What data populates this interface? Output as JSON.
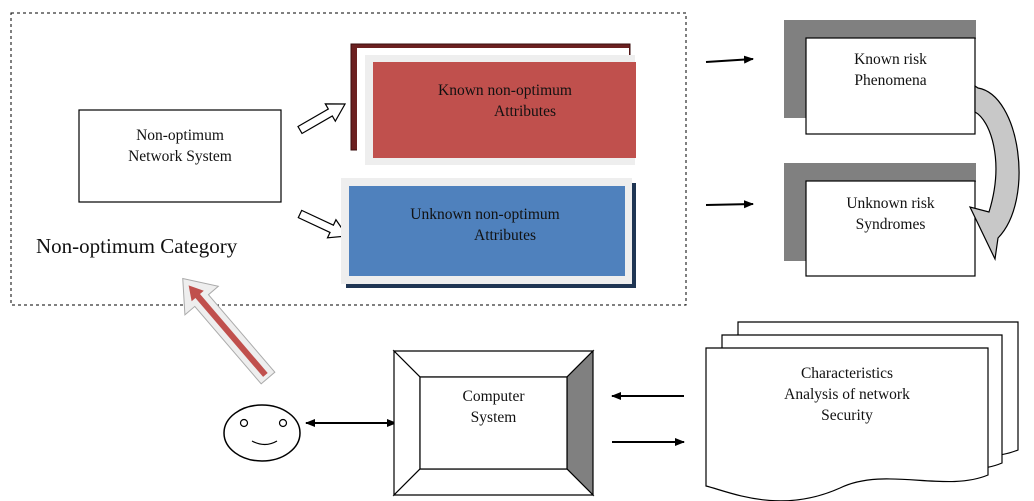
{
  "category_label": "Non-optimum Category",
  "network_system": [
    "Non-optimum",
    "Network System"
  ],
  "known_attributes": [
    "Known non-optimum",
    "Attributes"
  ],
  "unknown_attributes": [
    "Unknown non-optimum",
    "Attributes"
  ],
  "known_risk": [
    "Known risk",
    "Phenomena"
  ],
  "unknown_risk": [
    "Unknown risk",
    "Syndromes"
  ],
  "computer_system": [
    "Computer",
    "System"
  ],
  "characteristics": [
    "Characteristics",
    "Analysis of network",
    "Security"
  ],
  "colors": {
    "known_box": "#c0504d",
    "known_box_shadow": "#6b2020",
    "unknown_box": "#4f81bd",
    "unknown_box_shadow": "#1f3553",
    "risk_shadow": "#808080",
    "red_arrow": "#c0504d",
    "curved_arrow": "#c8c8c8"
  }
}
